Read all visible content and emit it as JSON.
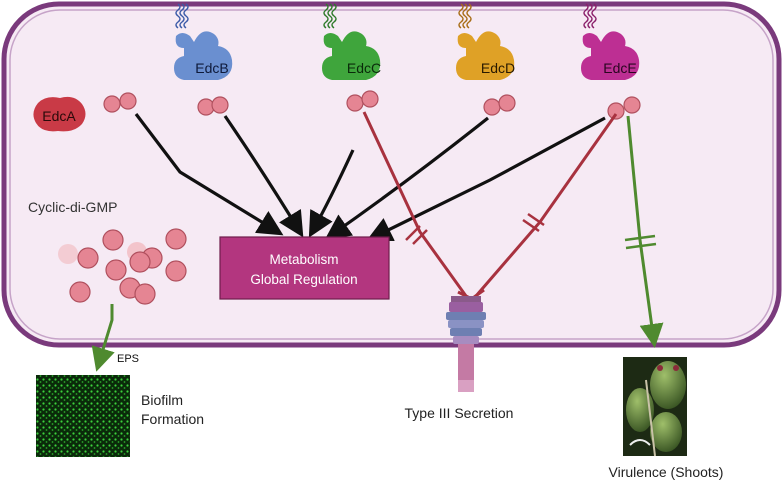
{
  "proteins": [
    {
      "id": "edca",
      "label": "EdcA",
      "color": "#c93a46"
    },
    {
      "id": "edcb",
      "label": "EdcB",
      "color": "#6a8fd0"
    },
    {
      "id": "edcc",
      "label": "EdcC",
      "color": "#3fa53c"
    },
    {
      "id": "edcd",
      "label": "EdcD",
      "color": "#dfa126"
    },
    {
      "id": "edce",
      "label": "EdcE",
      "color": "#bd2f93"
    }
  ],
  "labels": {
    "cyclic_di_gmp": "Cyclic-di-GMP",
    "metabolism_line1": "Metabolism",
    "metabolism_line2": "Global Regulation",
    "eps": "EPS",
    "biofilm_line1": "Biofilm",
    "biofilm_line2": "Formation",
    "type3": "Type III Secretion",
    "virulence": "Virulence (Shoots)"
  },
  "colors": {
    "cell_fill": "#f6eaf4",
    "cell_border": "#7a3a7c",
    "gmp_fill": "#e58593",
    "box_fill": "#b3367f",
    "inhibit_red": "#a8323f",
    "promote_green": "#4f8a2f",
    "arrow_black": "#111111"
  }
}
